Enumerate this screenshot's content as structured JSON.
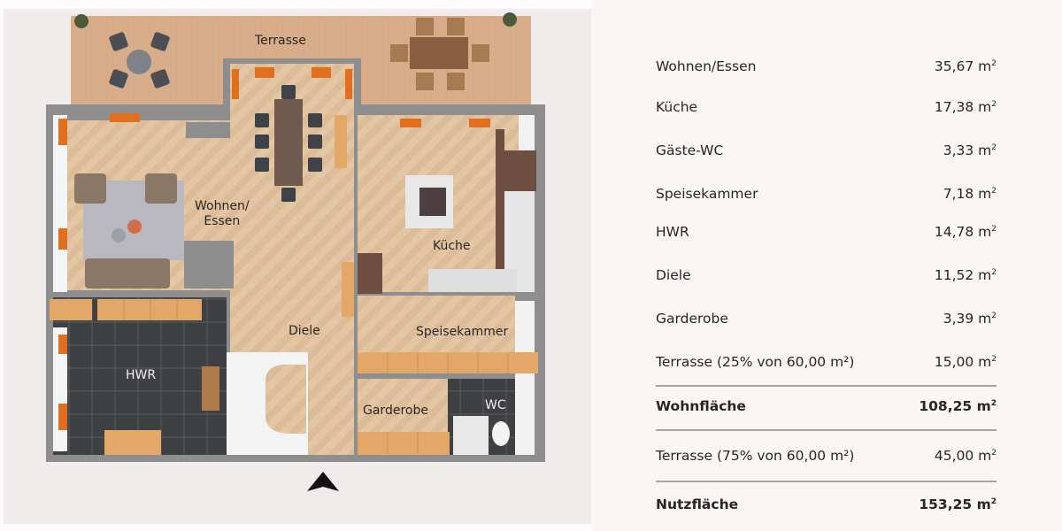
{
  "floorplan": {
    "labels": {
      "terrasse": "Terrasse",
      "wohnen": "Wohnen/\nEssen",
      "wohnen_line1": "Wohnen/",
      "wohnen_line2": "Essen",
      "kueche": "Küche",
      "diele": "Diele",
      "speisekammer": "Speisekammer",
      "hwr": "HWR",
      "garderobe": "Garderobe",
      "wc": "WC"
    },
    "entrance_icon": "entrance-arrow-icon",
    "colors": {
      "terrace": "#d8ad8a",
      "parquet": "#e3c7a4",
      "wall": "#8e8e8e",
      "tile_dark": "#3f4043",
      "cabinet": "#e3a867",
      "curtain": "#e07020",
      "background": "#efeceb"
    }
  },
  "areas": {
    "rows": [
      {
        "name": "Wohnen/Essen",
        "value": "35,67",
        "unit": "m",
        "exp": "2"
      },
      {
        "name": "Küche",
        "value": "17,38",
        "unit": "m",
        "exp": "2"
      },
      {
        "name": "Gäste-WC",
        "value": "3,33",
        "unit": "m",
        "exp": "2"
      },
      {
        "name": "Speisekammer",
        "value": "7,18",
        "unit": "m",
        "exp": "2"
      },
      {
        "name": "HWR",
        "value": "14,78",
        "unit": "m",
        "exp": "2"
      },
      {
        "name": "Diele",
        "value": "11,52",
        "unit": "m",
        "exp": "2"
      },
      {
        "name": "Garderobe",
        "value": "3,39",
        "unit": "m",
        "exp": "2"
      },
      {
        "name": "Terrasse (25% von 60,00 m²)",
        "value": "15,00",
        "unit": "m",
        "exp": "2"
      }
    ],
    "wohnflaeche": {
      "name": "Wohnfläche",
      "value": "108,25",
      "unit": "m",
      "exp": "2"
    },
    "terrasse75": {
      "name": "Terrasse (75% von 60,00 m²)",
      "value": "45,00",
      "unit": "m",
      "exp": "2"
    },
    "nutzflaeche": {
      "name": "Nutzfläche",
      "value": "153,25",
      "unit": "m",
      "exp": "2"
    }
  }
}
